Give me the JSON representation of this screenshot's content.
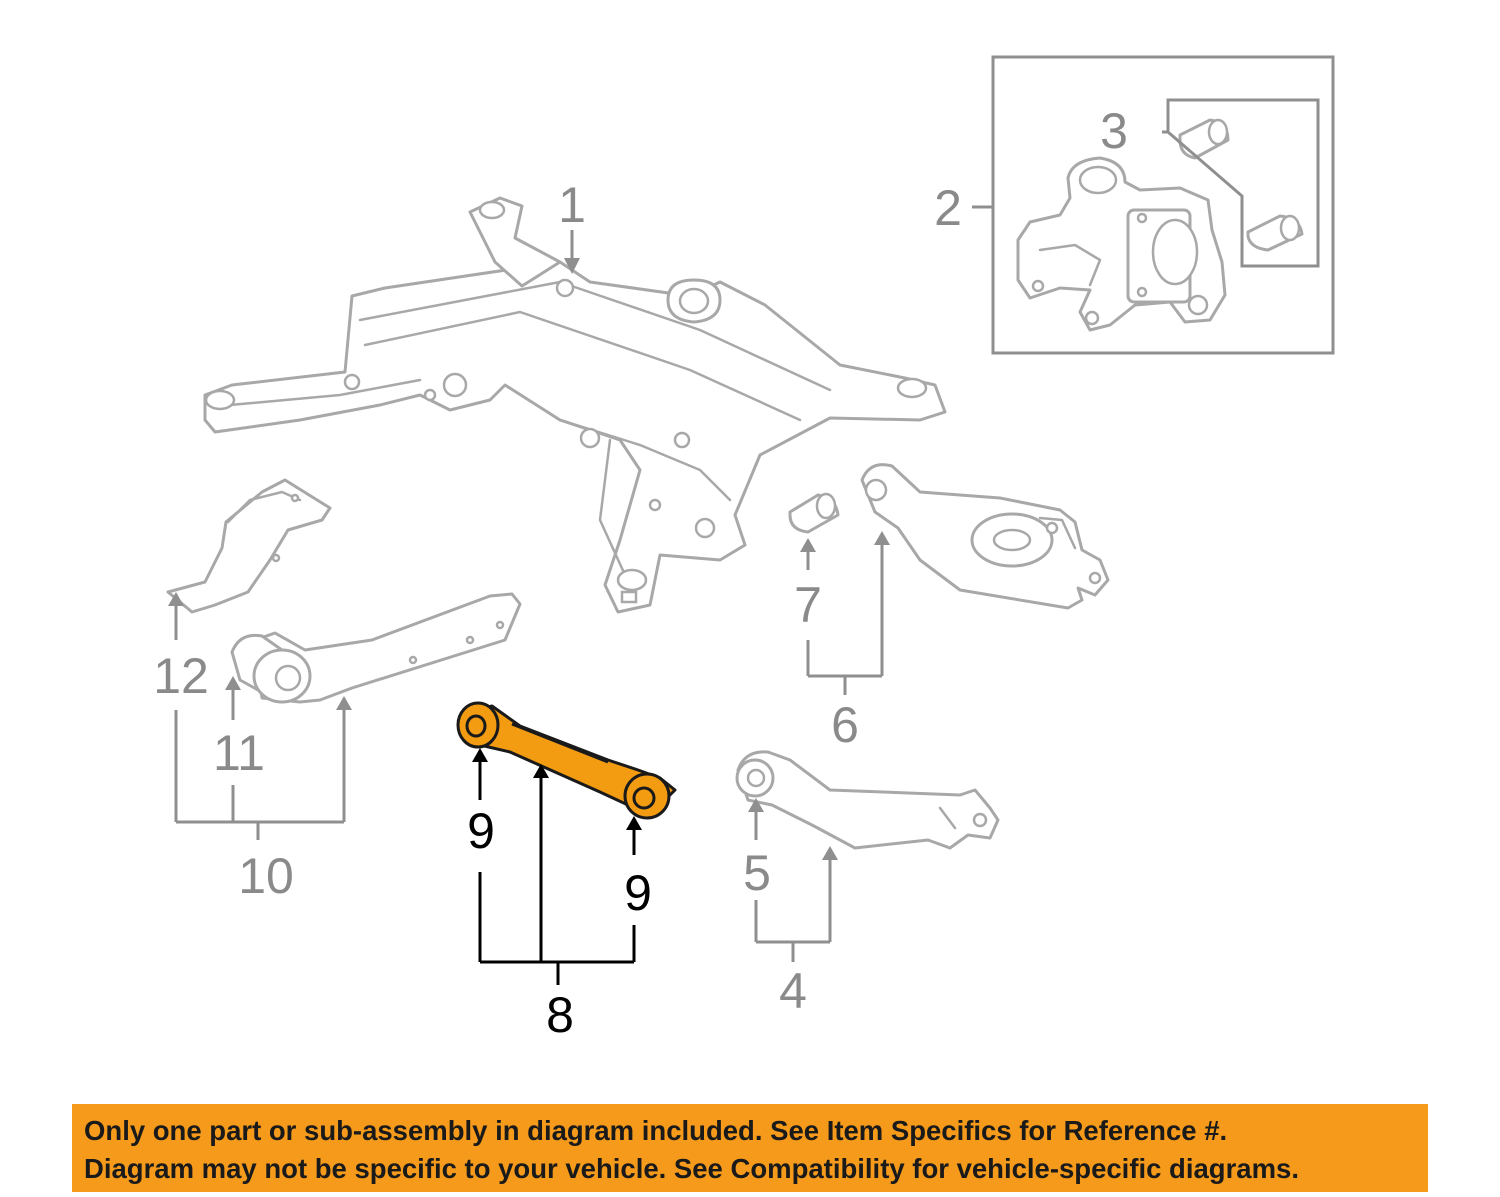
{
  "callouts": {
    "c1": "1",
    "c2": "2",
    "c3": "3",
    "c4": "4",
    "c5": "5",
    "c6": "6",
    "c7": "7",
    "c8": "8",
    "c9": "9",
    "c10": "10",
    "c11": "11",
    "c12": "12"
  },
  "colors": {
    "highlight_part": "#f39c12",
    "banner": "#f59a1b",
    "line_art": "#a8a8a8",
    "highlight_callout": "#000000"
  },
  "highlighted_part_callout": "8",
  "notice": {
    "line1": "Only one part or sub-assembly in diagram included. See Item Specifics for Reference #.",
    "line2": "Diagram may not be specific to your vehicle. See Compatibility for vehicle-specific diagrams."
  }
}
